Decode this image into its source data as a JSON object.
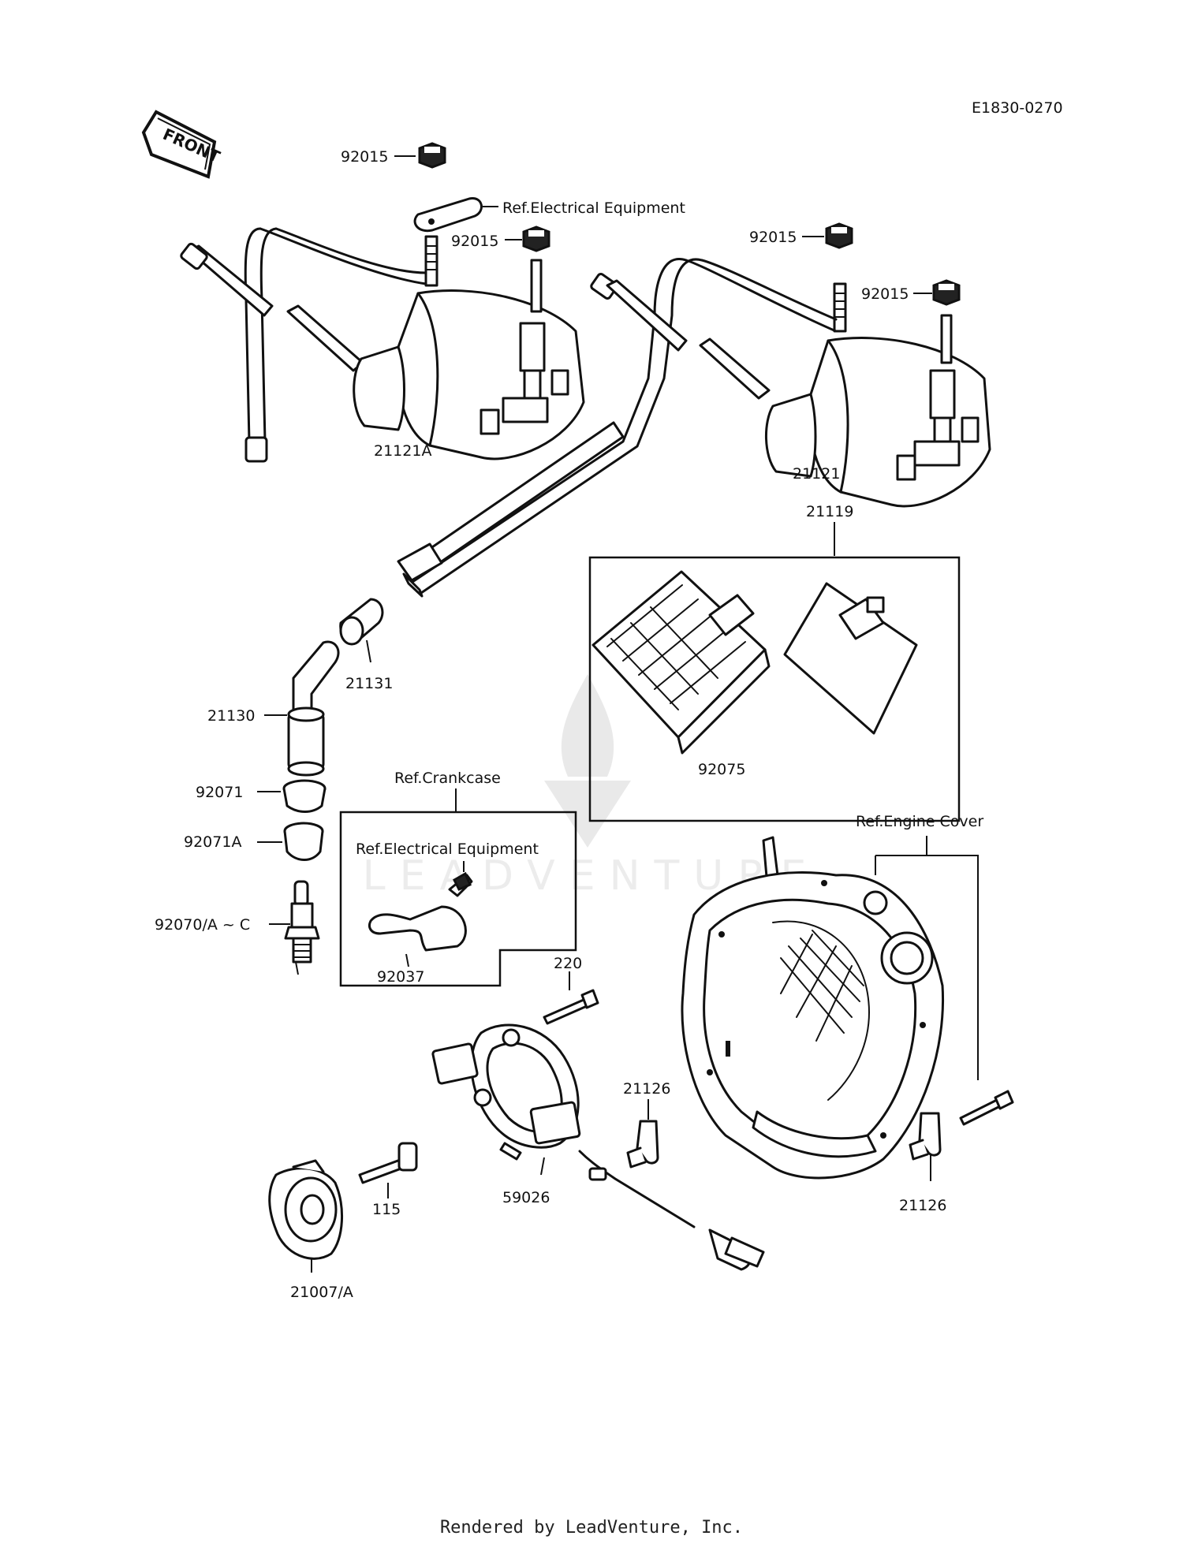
{
  "diagram_id": "E1830-0270",
  "front_label": "FRONT",
  "watermark": "LEADVENTURE",
  "refs": {
    "electrical_top": "Ref.Electrical Equipment",
    "crankcase": "Ref.Crankcase",
    "electrical_inner": "Ref.Electrical Equipment",
    "engine_cover": "Ref.Engine Cover"
  },
  "labels": {
    "nut_top": "92015",
    "nut_left_coil": "92015",
    "nut_right_a": "92015",
    "nut_right_b": "92015",
    "coil_left": "21121A",
    "coil_right": "21121",
    "igniter_group": "21119",
    "igniter": "92075",
    "cap_seal": "21131",
    "plug_cap": "21130",
    "seal_92071": "92071",
    "seal_92071a": "92071A",
    "spark_plug": "92070/A ~ C",
    "clamp": "92037",
    "bolt_220": "220",
    "clamp_left": "21126",
    "clamp_right": "21126",
    "stator": "59026",
    "bolt_115": "115",
    "rotor": "21007/A"
  },
  "footer": "Rendered by LeadVenture, Inc."
}
